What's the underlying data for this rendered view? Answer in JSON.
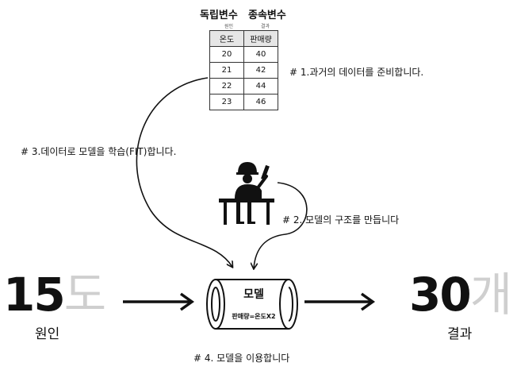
{
  "headers": {
    "independent": "독립변수",
    "independent_sub": "원인",
    "dependent": "종속변수",
    "dependent_sub": "결과"
  },
  "table": {
    "columns": [
      "온도",
      "판매량"
    ],
    "rows": [
      [
        "20",
        "40"
      ],
      [
        "21",
        "42"
      ],
      [
        "22",
        "44"
      ],
      [
        "23",
        "46"
      ]
    ]
  },
  "steps": {
    "step1": "# 1.과거의 데이터를 준비합니다.",
    "step2": "# 2. 모델의 구조를 만듭니다",
    "step3": "# 3.데이터로 모델을 학습(FIT)합니다.",
    "step4": "# 4. 모델을 이용합니다"
  },
  "input": {
    "value": "15",
    "unit": "도",
    "caption": "원인"
  },
  "output": {
    "value": "30",
    "unit": "개",
    "caption": "결과"
  },
  "model": {
    "title": "모델",
    "formula": "판매량=온도X2"
  },
  "icons": {
    "worker": "worker-at-desk-icon"
  },
  "colors": {
    "ink": "#111111",
    "unit_gray": "#cfcfcf",
    "table_header": "#e6e6e6"
  }
}
